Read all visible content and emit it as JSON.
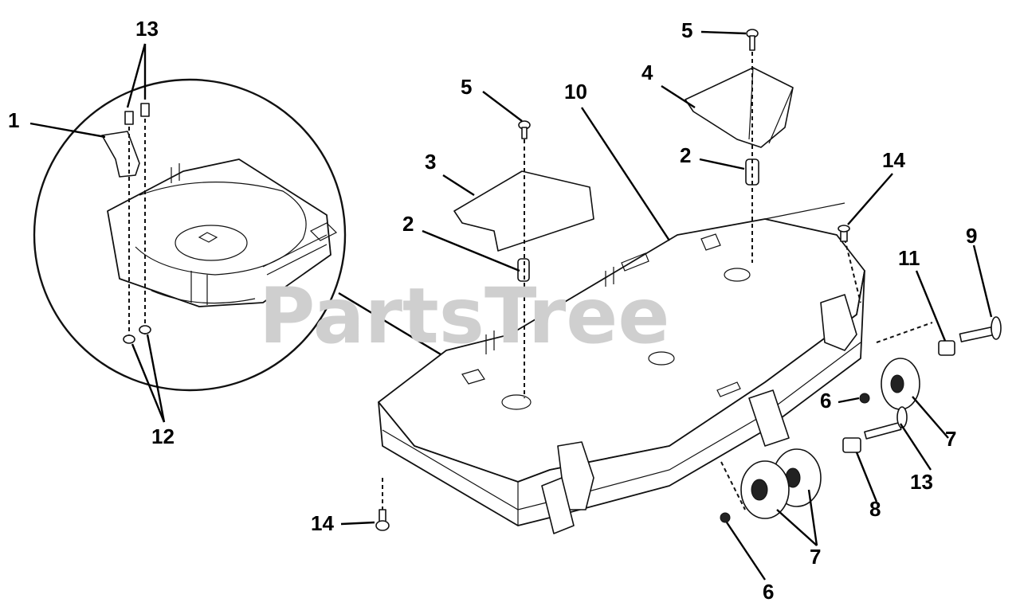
{
  "watermark": "PartsTree",
  "callouts": [
    {
      "id": "c1",
      "label": "1"
    },
    {
      "id": "c13a",
      "label": "13"
    },
    {
      "id": "c12",
      "label": "12"
    },
    {
      "id": "c5a",
      "label": "5"
    },
    {
      "id": "c3",
      "label": "3"
    },
    {
      "id": "c2a",
      "label": "2"
    },
    {
      "id": "c10",
      "label": "10"
    },
    {
      "id": "c5b",
      "label": "5"
    },
    {
      "id": "c4",
      "label": "4"
    },
    {
      "id": "c2b",
      "label": "2"
    },
    {
      "id": "c14a",
      "label": "14"
    },
    {
      "id": "c9",
      "label": "9"
    },
    {
      "id": "c11",
      "label": "11"
    },
    {
      "id": "c6a",
      "label": "6"
    },
    {
      "id": "c7a",
      "label": "7"
    },
    {
      "id": "c13b",
      "label": "13"
    },
    {
      "id": "c8",
      "label": "8"
    },
    {
      "id": "c7b",
      "label": "7"
    },
    {
      "id": "c6b",
      "label": "6"
    },
    {
      "id": "c14b",
      "label": "14"
    }
  ]
}
